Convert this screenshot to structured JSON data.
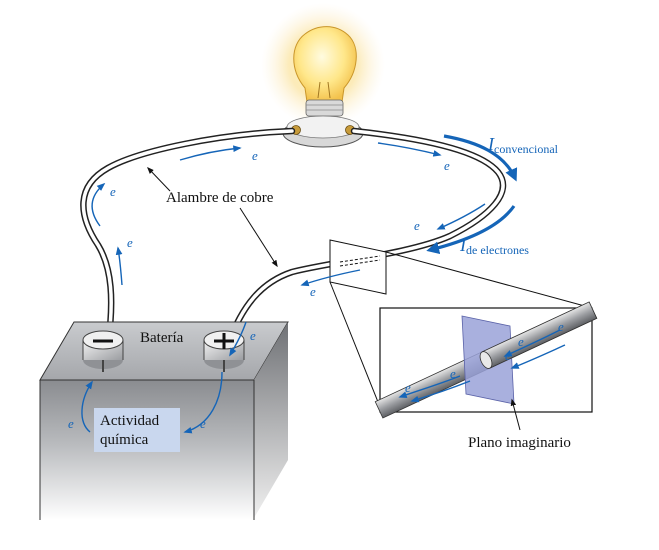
{
  "labels": {
    "wire": "Alambre de cobre",
    "battery": "Batería",
    "activity_line1": "Actividad",
    "activity_line2": "química",
    "plane": "Plano imaginario"
  },
  "currents": {
    "conventional_symbol": "I",
    "conventional_sub": "convencional",
    "electron_symbol": "I",
    "electron_sub": "de electrones"
  },
  "electron_symbol": "e",
  "colors": {
    "flow": "#1565b8",
    "battery_body": "#a8aaad",
    "activity_box": "#c9d7ee",
    "plane": "#9aa2d8"
  }
}
